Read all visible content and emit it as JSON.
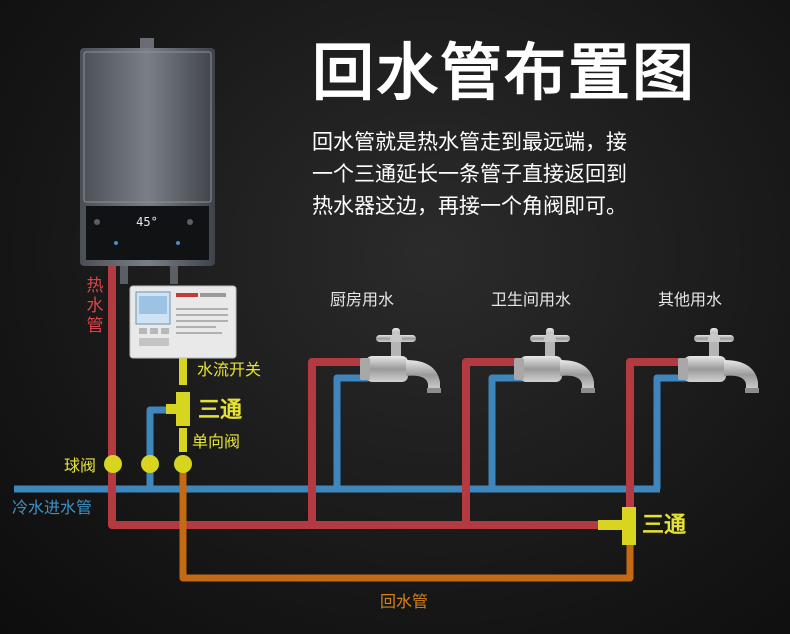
{
  "title": "回水管布置图",
  "description": [
    "回水管就是热水管走到最远端，接",
    "一个三通延长一条管子直接返回到",
    "热水器这边，再接一个角阀即可。"
  ],
  "heater": {
    "display": "45°"
  },
  "labels": {
    "hot_pipe": "热水管",
    "flow_switch": "水流开关",
    "tee_top": "三通",
    "check_valve": "单向阀",
    "ball_valve": "球阀",
    "cold_inlet": "冷水进水管",
    "tee_right": "三通",
    "return_pipe": "回水管"
  },
  "faucets": [
    {
      "label": "厨房用水"
    },
    {
      "label": "卫生间用水"
    },
    {
      "label": "其他用水"
    }
  ],
  "colors": {
    "hot": "#b23a40",
    "cold": "#3f86bd",
    "return": "#c56a14",
    "fitting": "#d8d520"
  }
}
